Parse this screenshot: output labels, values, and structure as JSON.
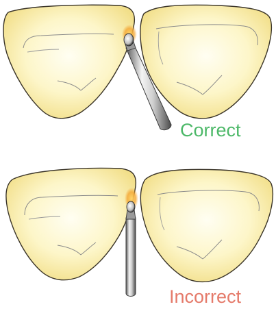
{
  "panels": [
    {
      "caption": "Correct",
      "caption_color": "#4cb868",
      "depicts": "bur-tip-positioned-at-contact-point"
    },
    {
      "caption": "Incorrect",
      "caption_color": "#e57a6a",
      "depicts": "bur-tip-positioned-below-contact-point"
    }
  ],
  "colors": {
    "tooth_fill_light": "#fffde8",
    "tooth_fill_mid": "#fcf2b8",
    "tooth_fill_edge": "#f3e18c",
    "outline": "#3a3428",
    "inner_line": "#8a8a8a",
    "contact_glow": "#f6b040",
    "bur_light": "#f2f2f2",
    "bur_dark": "#4a4a4a"
  }
}
